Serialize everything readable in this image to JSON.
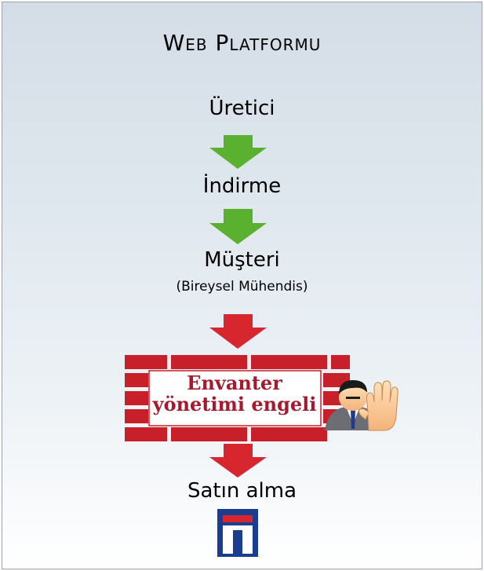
{
  "title": "Web Platformu",
  "steps": {
    "step1": "Üretici",
    "step2": "İndirme",
    "step3": "Müşteri",
    "step3_sub": "(Bireysel Mühendis)",
    "step4": "Satın alma"
  },
  "barrier": {
    "line1": "Envanter",
    "line2": "yönetimi engeli"
  },
  "icons": {
    "arrow_ok": "green-down-arrow",
    "arrow_blocked": "red-down-arrow",
    "person": "blocking-person-icon",
    "logo": "t-logo-icon"
  },
  "colors": {
    "green_arrow": "#5ab02f",
    "red_arrow": "#d8262e",
    "brick": "#c8202a",
    "barrier_text": "#a6192e",
    "logo_blue": "#1a3d8f",
    "logo_red": "#d9262e"
  }
}
